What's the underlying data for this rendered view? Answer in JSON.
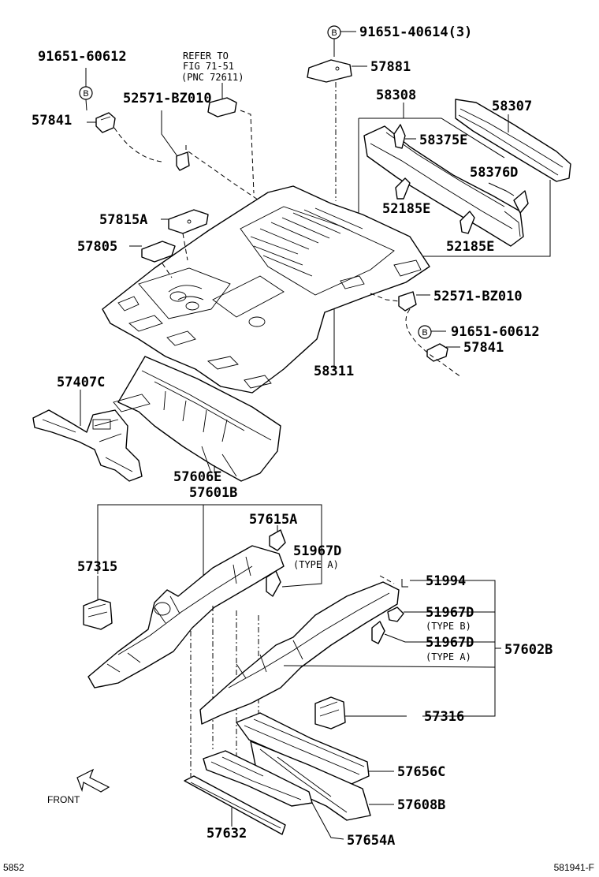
{
  "bolt_symbol": "B",
  "labels": {
    "p91651_60612_tl": "91651-60612",
    "p57841_tl": "57841",
    "refer_1": "REFER TO",
    "refer_2": "FIG 71-51",
    "refer_3": "(PNC 72611)",
    "p52571_top": "52571-BZ010",
    "p91651_40614": "91651-40614(3)",
    "p57881": "57881",
    "p58308": "58308",
    "p58307": "58307",
    "p58375e": "58375E",
    "p58376d": "58376D",
    "p52185e_a": "52185E",
    "p52185e_b": "52185E",
    "p57815a": "57815A",
    "p57805": "57805",
    "p52571_right": "52571-BZ010",
    "p91651_60612_r": "91651-60612",
    "p57841_r": "57841",
    "p58311": "58311",
    "p57407c": "57407C",
    "p57606e": "57606E",
    "p57601b": "57601B",
    "p57615a": "57615A",
    "p51967d_a": "51967D",
    "type_a_1": "(TYPE A)",
    "p57315": "57315",
    "p51994": "51994",
    "p51967d_b": "51967D",
    "type_b": "(TYPE B)",
    "p51967d_c": "51967D",
    "type_a_2": "(TYPE A)",
    "p57602b": "57602B",
    "p57316": "57316",
    "p57656c": "57656C",
    "p57608b": "57608B",
    "p57632": "57632",
    "p57654a": "57654A",
    "front": "FRONT",
    "corner_left": "5852",
    "corner_right": "581941-F"
  }
}
